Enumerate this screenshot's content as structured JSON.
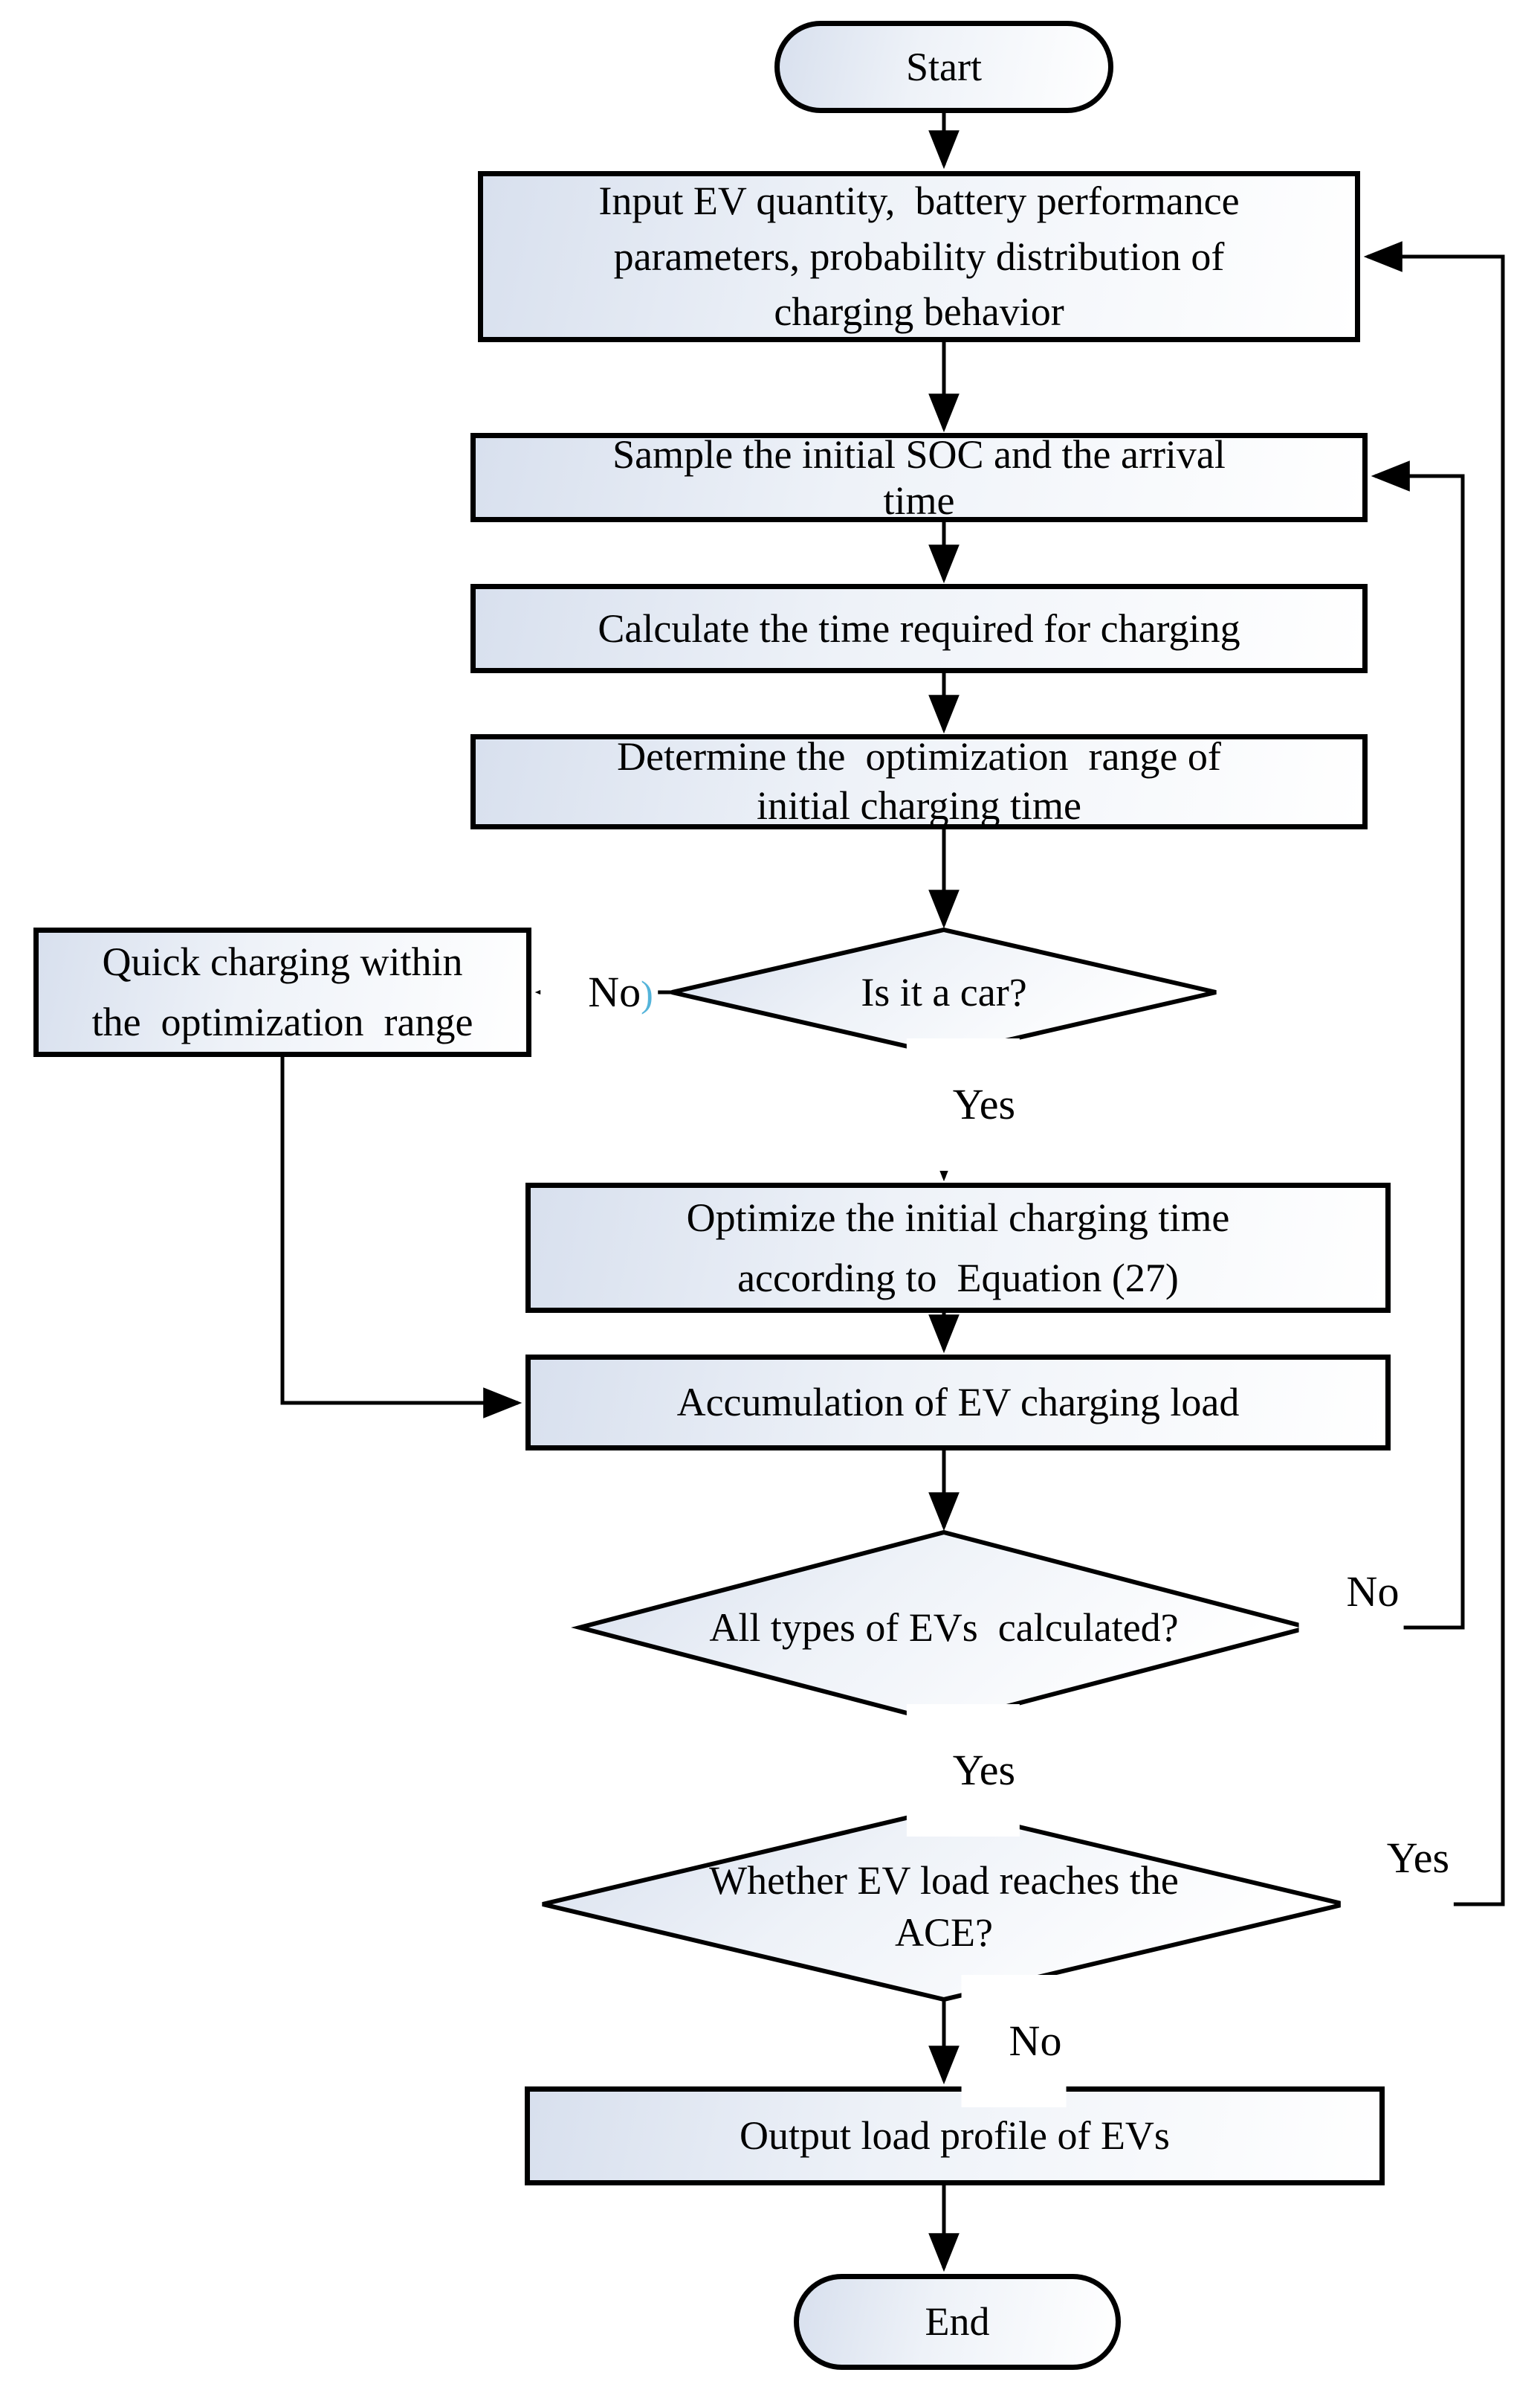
{
  "title": "EV charging load Monte Carlo simulation flowchart",
  "colors": {
    "shape_border": "#000000",
    "connector": "#000000",
    "fill_shade": "#d8e0ee",
    "fill_light": "#ffffff",
    "text": "#000000",
    "no_mark_blue": "#54b4da"
  },
  "nodes": {
    "start": {
      "label": "Start"
    },
    "input_box": {
      "lines": [
        "Input EV quantity,  battery performance",
        "parameters, probability distribution of",
        "charging behavior"
      ]
    },
    "sample_box": {
      "lines": [
        "Sample the initial SOC and the arrival",
        "time"
      ]
    },
    "calculate_box": {
      "lines": [
        "Calculate the time required for charging"
      ]
    },
    "determine_box": {
      "lines": [
        "Determine the  optimization  range of",
        "initial charging time"
      ]
    },
    "car_decision": {
      "label": "Is it a car?"
    },
    "quick_box": {
      "lines": [
        "Quick charging within",
        "the  optimization  range"
      ]
    },
    "optimize_box": {
      "lines": [
        "Optimize the initial charging time",
        "according to  Equation (27)"
      ]
    },
    "accumulate_box": {
      "lines": [
        "Accumulation of EV charging load"
      ]
    },
    "all_types_decision": {
      "label": "All types of EVs  calculated?"
    },
    "ace_decision": {
      "lines": [
        "Whether EV load reaches the",
        "ACE?"
      ]
    },
    "output_box": {
      "lines": [
        "Output load profile of EVs"
      ]
    },
    "end": {
      "label": "End"
    }
  },
  "edge_labels": {
    "car_no": "No",
    "car_no_mark": ")",
    "car_yes": "Yes",
    "all_types_no": "No",
    "all_types_yes": "Yes",
    "ace_yes": "Yes",
    "ace_no": "No"
  }
}
